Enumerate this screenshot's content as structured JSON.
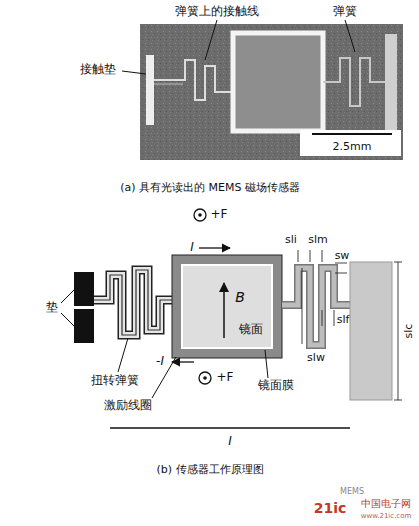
{
  "diagram": {
    "nodes": [
      {
        "text": [
          "B",
          "镜面"
        ]
      }
    ],
    "labels": [
      "弹簧上的接触线",
      "弹簧",
      "接触垫",
      "2.5mm",
      "(a) 具有光读出的 MEMS 磁场传感器",
      "+F",
      "I",
      "sli",
      "slm",
      "sw",
      "slf",
      "slw",
      "slc",
      "垫",
      "扭转弹簧",
      "-I",
      "+F",
      "镜面膜",
      "激励线圈",
      "I",
      "(b) 传感器工作原理图",
      "MEMS",
      "21ic",
      "中国电子网",
      "www.21ic.com"
    ]
  }
}
